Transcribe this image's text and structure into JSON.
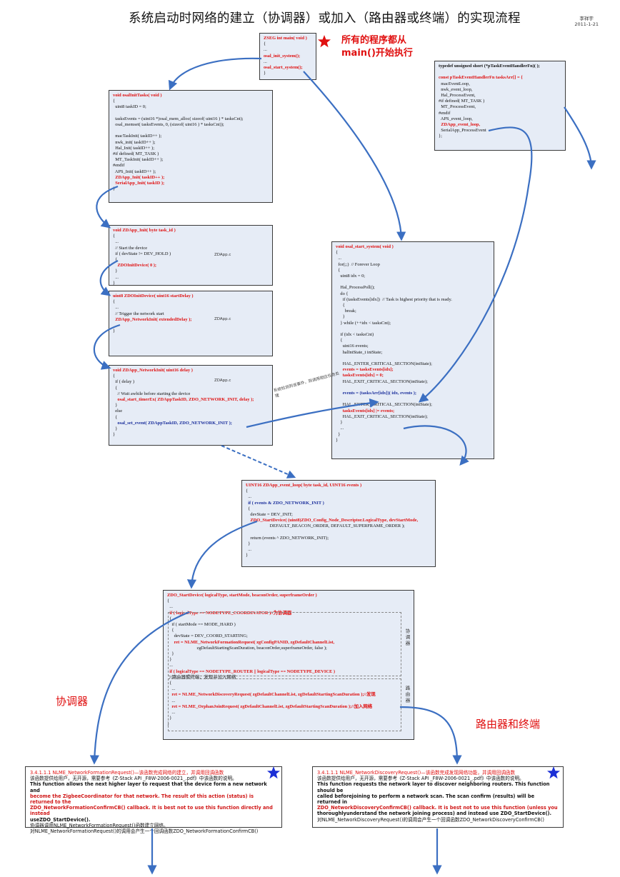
{
  "header": {
    "title": "系统启动时网络的建立（协调器）或加入（路由器或终端）的实现流程",
    "author": "李祥宇",
    "date": "2011-1-21"
  },
  "main_box": {
    "lines": [
      "ZSEG int main( void )",
      "{",
      "...",
      "osal_init_system();",
      "...",
      "osal_start_system();",
      "}"
    ]
  },
  "main_callout": [
    "所有的程序都从",
    "main()开始执行"
  ],
  "tasks_arr_box": {
    "lines": [
      "typedef unsigned short (*pTaskEventHandlerFn)( );",
      "",
      "const pTaskEventHandlerFn tasksArr[] = {",
      "  macEventLoop,",
      "  nwk_event_loop,",
      "  Hal_ProcessEvent,",
      "#if defined( MT_TASK )",
      "  MT_ProcessEvent,",
      "#endif",
      "  APS_event_loop,",
      "  ZDApp_event_loop,",
      "  SerialApp_ProcessEvent",
      "};"
    ]
  },
  "init_tasks_box": {
    "lines": [
      "void osalInitTasks( void )",
      "{",
      "  uint8 taskID = 0;",
      "",
      "  tasksEvents = (uint16 *)osal_mem_alloc( sizeof( uint16 ) * tasksCnt);",
      "  osal_memset( tasksEvents, 0, (sizeof( uint16 ) * tasksCnt));",
      "",
      "  macTaskInit( taskID++ );",
      "  nwk_init( taskID++ );",
      "  Hal_Init( taskID++ );",
      "#if defined( MT_TASK )",
      "  MT_TaskInit( taskID++ );",
      "#endif",
      "  APS_Init( taskID++ );",
      "  ZDApp_Init( taskID++ );",
      "  SerialApp_Init( taskID );",
      "}"
    ]
  },
  "zdapp_init_box": {
    "lines": [
      "void ZDApp_Init( byte task_id )",
      "{",
      "  ...",
      "  // Start the device",
      "  if ( devState != DEV_HOLD )",
      "  {",
      "    ZDOInitDevice( 0 );",
      "  }",
      "  ...",
      "}"
    ],
    "tag": "ZDApp.c"
  },
  "zdo_init_box": {
    "lines": [
      "uint8 ZDOInitDevice( uint16 startDelay )",
      "{",
      "  ...",
      "  // Trigger the network start",
      "  ZDApp_NetworkInit( extendedDelay );",
      "  ...",
      "}"
    ],
    "tag": "ZDApp.c"
  },
  "network_init_box": {
    "lines": [
      "void ZDApp_NetworkInit( uint16 delay )",
      "{",
      "  if ( delay )",
      "  {",
      "    // Wait awhile before starting the device",
      "    osal_start_timerEx( ZDAppTaskID, ZDO_NETWORK_INIT, delay );",
      "  }",
      "  else",
      "  {",
      "    osal_set_event( ZDAppTaskID, ZDO_NETWORK_INIT );",
      "  }",
      "}"
    ],
    "tag": "ZDApp.c"
  },
  "start_system_box": {
    "lines": [
      "void osal_start_system( void )",
      "{",
      "  ...",
      "  for(;;)  // Forever Loop",
      "  {",
      "    uint8 idx = 0;",
      "",
      "    Hal_ProcessPoll();",
      "    do {",
      "      if (tasksEvents[idx])  // Task is highest priority that is ready.",
      "      {",
      "        break;",
      "      }",
      "    } while (++idx < tasksCnt);",
      "",
      "    if (idx < tasksCnt)",
      "    {",
      "      uint16 events;",
      "      halIntState_t intState;",
      "",
      "      HAL_ENTER_CRITICAL_SECTION(intState);",
      "      events = tasksEvents[idx];",
      "      tasksEvents[idx] = 0;",
      "      HAL_EXIT_CRITICAL_SECTION(intState);",
      "",
      "      events = (tasksArr[idx])( idx, events );",
      "",
      "      HAL_ENTER_CRITICAL_SECTION(intState);",
      "      tasksEvents[idx] |= events;",
      "      HAL_EXIT_CRITICAL_SECTION(intState);",
      "    }",
      "    ...",
      "  }",
      "}"
    ]
  },
  "event_note": "系统检测到该事件，则调用相应任务处理",
  "event_loop_box": {
    "lines": [
      "UINT16 ZDApp_event_loop( byte task_id, UINT16 events )",
      "{",
      "  ...",
      "  if ( events & ZDO_NETWORK_INIT )",
      "  {",
      "    devState = DEV_INIT;",
      "    ZDO_StartDevice( (uint8)ZDO_Config_Node_Descriptor.LogicalType, devStartMode,",
      "                     DEFAULT_BEACON_ORDER, DEFAULT_SUPERFRAME_ORDER );",
      "",
      "    return (events ^ ZDO_NETWORK_INIT);",
      "  }",
      "  ...",
      "}"
    ]
  },
  "start_device_box": {
    "lines": [
      "ZDO_StartDevice( logicalType, startMode, beaconOrder, superframeOrder )",
      "{",
      "  ...",
      "  if ( logicalType == NODETYPE_COORDINATOR )//为协调器",
      "  {",
      "    if ( startMode == MODE_HARD )",
      "    {",
      "      devState = DEV_COORD_STARTING;",
      "      ret = NLME_NetworkFormationRequest( zgConfigPANID, zgDefaultChannelList,",
      "                          zgDefaultStartingScanDuration, beaconOrder,superframeOrder, false );",
      "    }",
      "  }",
      "  ...",
      "  if ( logicalType == NODETYPE_ROUTER || logicalType == NODETYPE_DEVICE )",
      "  //路由器或终端，发现并加入网络",
      "  {",
      "    ...",
      "    ret = NLME_NetworkDiscoveryRequest( zgDefaultChannelList, zgDefaultStartingScanDuration );//发现",
      "    ...",
      "    ret = NLME_OrphanJoinRequest( zgDefaultChannelList, zgDefaultStartingScanDuration );//加入网络",
      "    ...",
      "  }",
      "}"
    ],
    "side_coord": "协调器",
    "side_router": "路由器"
  },
  "label_coordinator": "协调器",
  "label_router_end": "路由器和终端",
  "doc_formation": {
    "lines": [
      "3.4.1.1.1 NLME_NetworkFormationRequest()—该函数完成网络的建立，并调用回调函数",
      "该函数提供给用户，无开源，需要参考《Z-Stack API _F8W-2006-0021_.pdf》中该函数的说明。",
      "This function allows the next higher layer to request that the device form a new network and",
      "become the ZigbeeCoordinator for that network. The result of this action (status) is returned to the",
      "ZDO_NetworkFormationConfirmCB() callback. It is best not to use this function directly and instead",
      "useZDO_StartDevice().",
      "协调器调用NLME_NetworkFormationRequest()函数建立网络。",
      "对NLME_NetworkFormationRequest()的调用会产生一个回调函数ZDO_NetworkFormationConfirmCB()"
    ]
  },
  "doc_discovery": {
    "lines": [
      "3.4.1.1.1 NLME_NetworkDiscoveryRequest()—该函数完成发现网络功能，并调用回调函数",
      "该函数提供给用户，无开源，需要参考《Z-Stack API _F8W-2006-0021_.pdf》中该函数的说明。",
      "This function requests the network layer to discover neighboring routers. This function should be",
      "called beforejoining to perform a network scan. The scan confirm (results) will be returned in",
      "ZDO_NetworkDiscoveryConfirmCB() callback. It is best not to use this function (unless you",
      "thoroughlyunderstand the network joining process) and instead use ZDO_StartDevice().",
      "对NLME_NetworkDiscoveryRequest()的调用会产生一个回调函数ZDO_NetworkDiscoveryConfirmCB()"
    ]
  },
  "colors": {
    "arrow": "#3b6fc2",
    "highlight_red": "#e01010",
    "highlight_blue": "#1b2f9c",
    "box_fill": "#e6ecf6"
  }
}
